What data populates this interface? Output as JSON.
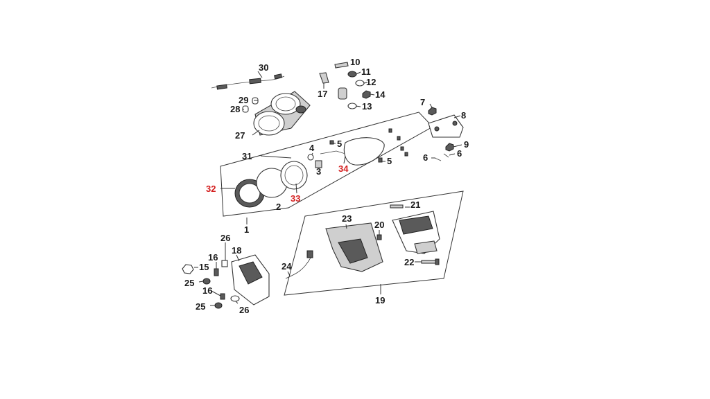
{
  "colors": {
    "label": "#1a1a1a",
    "highlight": "#d42020",
    "line": "#333333"
  },
  "parts": [
    {
      "id": "p1",
      "text": "1",
      "highlight": false
    },
    {
      "id": "p2",
      "text": "2",
      "highlight": false
    },
    {
      "id": "p3",
      "text": "3",
      "highlight": false
    },
    {
      "id": "p4",
      "text": "4",
      "highlight": false
    },
    {
      "id": "p5a",
      "text": "5",
      "highlight": false
    },
    {
      "id": "p5b",
      "text": "5",
      "highlight": false
    },
    {
      "id": "p6a",
      "text": "6",
      "highlight": false
    },
    {
      "id": "p6b",
      "text": "6",
      "highlight": false
    },
    {
      "id": "p7",
      "text": "7",
      "highlight": false
    },
    {
      "id": "p8",
      "text": "8",
      "highlight": false
    },
    {
      "id": "p9",
      "text": "9",
      "highlight": false
    },
    {
      "id": "p10",
      "text": "10",
      "highlight": false
    },
    {
      "id": "p11",
      "text": "11",
      "highlight": false
    },
    {
      "id": "p12",
      "text": "12",
      "highlight": false
    },
    {
      "id": "p13",
      "text": "13",
      "highlight": false
    },
    {
      "id": "p14",
      "text": "14",
      "highlight": false
    },
    {
      "id": "p15",
      "text": "15",
      "highlight": false
    },
    {
      "id": "p16a",
      "text": "16",
      "highlight": false
    },
    {
      "id": "p16b",
      "text": "16",
      "highlight": false
    },
    {
      "id": "p17",
      "text": "17",
      "highlight": false
    },
    {
      "id": "p18",
      "text": "18",
      "highlight": false
    },
    {
      "id": "p19",
      "text": "19",
      "highlight": false
    },
    {
      "id": "p20",
      "text": "20",
      "highlight": false
    },
    {
      "id": "p21",
      "text": "21",
      "highlight": false
    },
    {
      "id": "p22",
      "text": "22",
      "highlight": false
    },
    {
      "id": "p23",
      "text": "23",
      "highlight": false
    },
    {
      "id": "p24",
      "text": "24",
      "highlight": false
    },
    {
      "id": "p25a",
      "text": "25",
      "highlight": false
    },
    {
      "id": "p25b",
      "text": "25",
      "highlight": false
    },
    {
      "id": "p26a",
      "text": "26",
      "highlight": false
    },
    {
      "id": "p26b",
      "text": "26",
      "highlight": false
    },
    {
      "id": "p27",
      "text": "27",
      "highlight": false
    },
    {
      "id": "p28",
      "text": "28",
      "highlight": false
    },
    {
      "id": "p29",
      "text": "29",
      "highlight": false
    },
    {
      "id": "p30",
      "text": "30",
      "highlight": false
    },
    {
      "id": "p31",
      "text": "31",
      "highlight": false
    },
    {
      "id": "p32",
      "text": "32",
      "highlight": true
    },
    {
      "id": "p33",
      "text": "33",
      "highlight": true
    },
    {
      "id": "p34",
      "text": "34",
      "highlight": true
    }
  ]
}
